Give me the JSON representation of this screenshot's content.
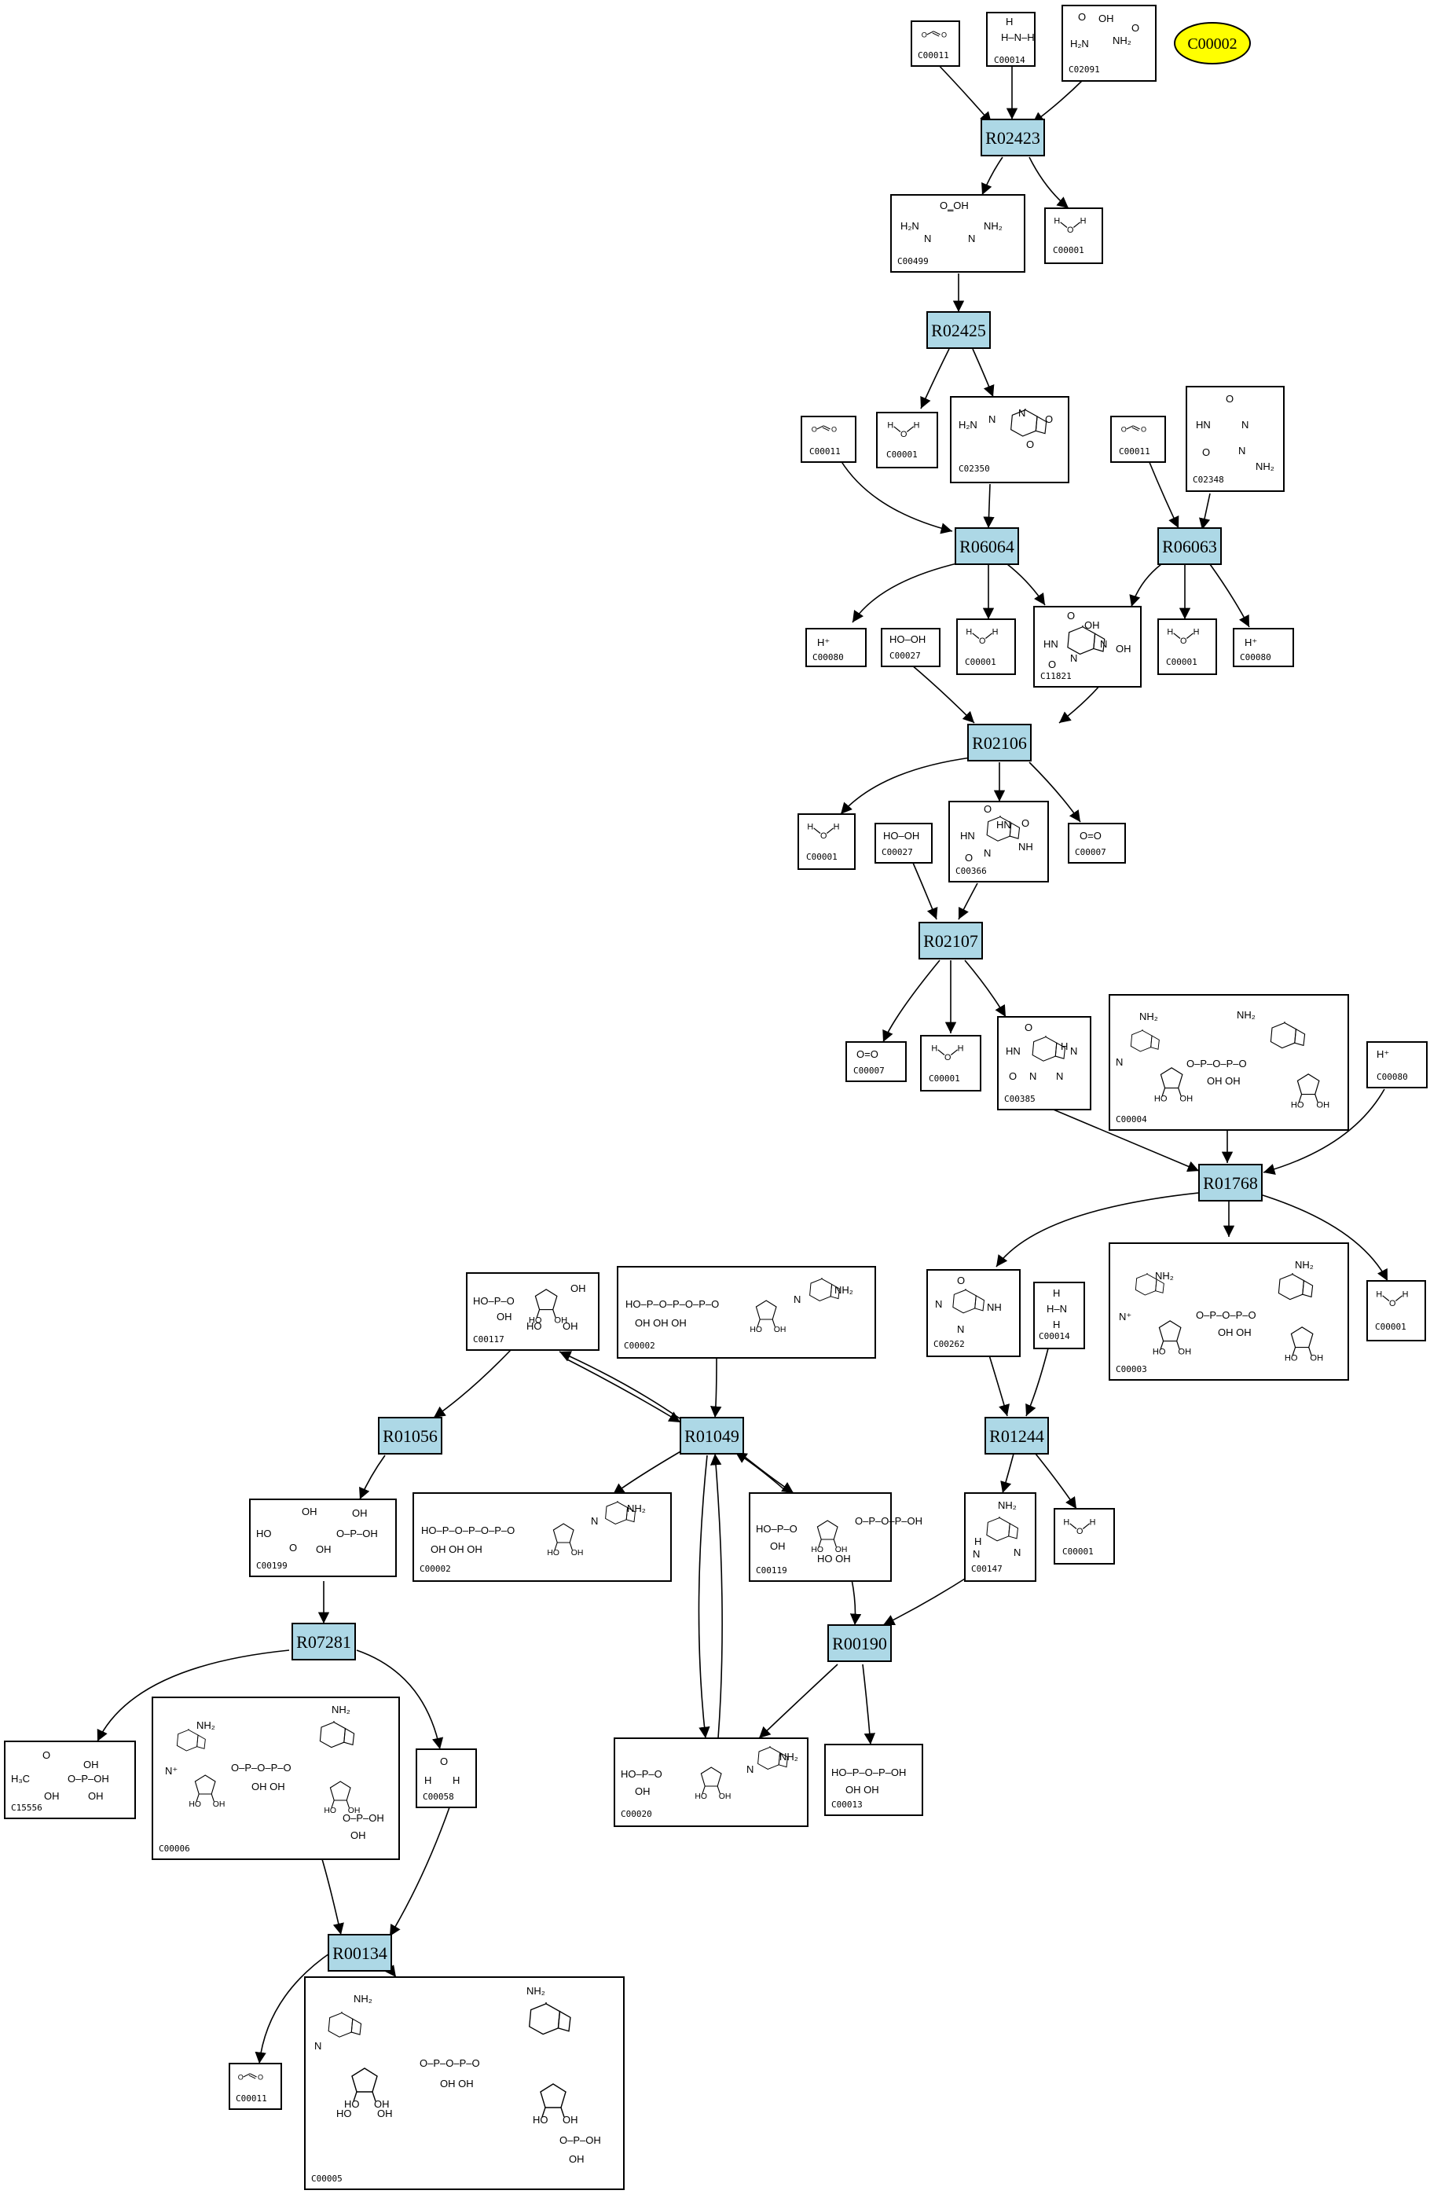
{
  "highlight": {
    "id": "C00002",
    "color": "#ffff00"
  },
  "colors": {
    "reaction_fill": "#add8e6",
    "compound_fill": "#ffffff",
    "line": "#000000"
  },
  "reactions": [
    "R02423",
    "R02425",
    "R06064",
    "R06063",
    "R02106",
    "R02107",
    "R01768",
    "R01056",
    "R01049",
    "R01244",
    "R07281",
    "R00190",
    "R00134"
  ],
  "compounds": [
    {
      "key": "c1",
      "id": "C00011",
      "formula": "O=C=O"
    },
    {
      "key": "c2",
      "id": "C00014",
      "formula": "NH3"
    },
    {
      "key": "c3",
      "id": "C02091",
      "formula": "H2N-CH(COOH)-NH-CO-NH2"
    },
    {
      "key": "c4",
      "id": "C00499",
      "formula": "H2N-CO-NH-CH(COOH)-NH-CO-NH2"
    },
    {
      "key": "c5",
      "id": "C00001",
      "formula": "H-O-H"
    },
    {
      "key": "c6",
      "id": "C00011",
      "formula": "O=C=O"
    },
    {
      "key": "c7",
      "id": "C00001",
      "formula": "H-O-H"
    },
    {
      "key": "c8",
      "id": "C02350",
      "formula": "H2N-CO-NH-C3H3N2O2"
    },
    {
      "key": "c9",
      "id": "C00011",
      "formula": "O=C=O"
    },
    {
      "key": "c10",
      "id": "C02348",
      "formula": "OHC-NH-CH(NH-CO-NH2)-CONH"
    },
    {
      "key": "c11",
      "id": "C00080",
      "formula": "H+"
    },
    {
      "key": "c12",
      "id": "C00027",
      "formula": "HO-OH"
    },
    {
      "key": "c13",
      "id": "C00001",
      "formula": "H-O-H"
    },
    {
      "key": "c14",
      "id": "C11821",
      "formula": "5-hydroxyisourate"
    },
    {
      "key": "c15",
      "id": "C00001",
      "formula": "H-O-H"
    },
    {
      "key": "c16",
      "id": "C00080",
      "formula": "H+"
    },
    {
      "key": "c17",
      "id": "C00001",
      "formula": "H-O-H"
    },
    {
      "key": "c18",
      "id": "C00027",
      "formula": "HO-OH"
    },
    {
      "key": "c19",
      "id": "C00366",
      "formula": "urate"
    },
    {
      "key": "c20",
      "id": "C00007",
      "formula": "O=O"
    },
    {
      "key": "c21",
      "id": "C00007",
      "formula": "O=O"
    },
    {
      "key": "c22",
      "id": "C00001",
      "formula": "H-O-H"
    },
    {
      "key": "c23",
      "id": "C00385",
      "formula": "xanthine"
    },
    {
      "key": "c24",
      "id": "C00004",
      "formula": "NADH"
    },
    {
      "key": "c25",
      "id": "C00080",
      "formula": "H+"
    },
    {
      "key": "c26",
      "id": "C00117",
      "formula": "ribose-5-P"
    },
    {
      "key": "c27",
      "id": "C00002",
      "formula": "ATP"
    },
    {
      "key": "c28",
      "id": "C00262",
      "formula": "hypoxanthine"
    },
    {
      "key": "c29",
      "id": "C00014",
      "formula": "NH3"
    },
    {
      "key": "c30",
      "id": "C00003",
      "formula": "NAD+"
    },
    {
      "key": "c31",
      "id": "C00001",
      "formula": "H-O-H"
    },
    {
      "key": "c32",
      "id": "C00199",
      "formula": "ribulose-5-P"
    },
    {
      "key": "c33",
      "id": "C00002",
      "formula": "ATP"
    },
    {
      "key": "c34",
      "id": "C00119",
      "formula": "PRPP"
    },
    {
      "key": "c35",
      "id": "C00147",
      "formula": "adenine"
    },
    {
      "key": "c36",
      "id": "C00001",
      "formula": "H-O-H"
    },
    {
      "key": "c37",
      "id": "C15556",
      "formula": "1-deoxy-xylulose-5-P"
    },
    {
      "key": "c38",
      "id": "C00006",
      "formula": "NADP+"
    },
    {
      "key": "c39",
      "id": "C00058",
      "formula": "formate"
    },
    {
      "key": "c40",
      "id": "C00020",
      "formula": "AMP"
    },
    {
      "key": "c41",
      "id": "C00013",
      "formula": "PPi"
    },
    {
      "key": "c42",
      "id": "C00011",
      "formula": "O=C=O"
    },
    {
      "key": "c43",
      "id": "C00005",
      "formula": "NADPH"
    }
  ]
}
